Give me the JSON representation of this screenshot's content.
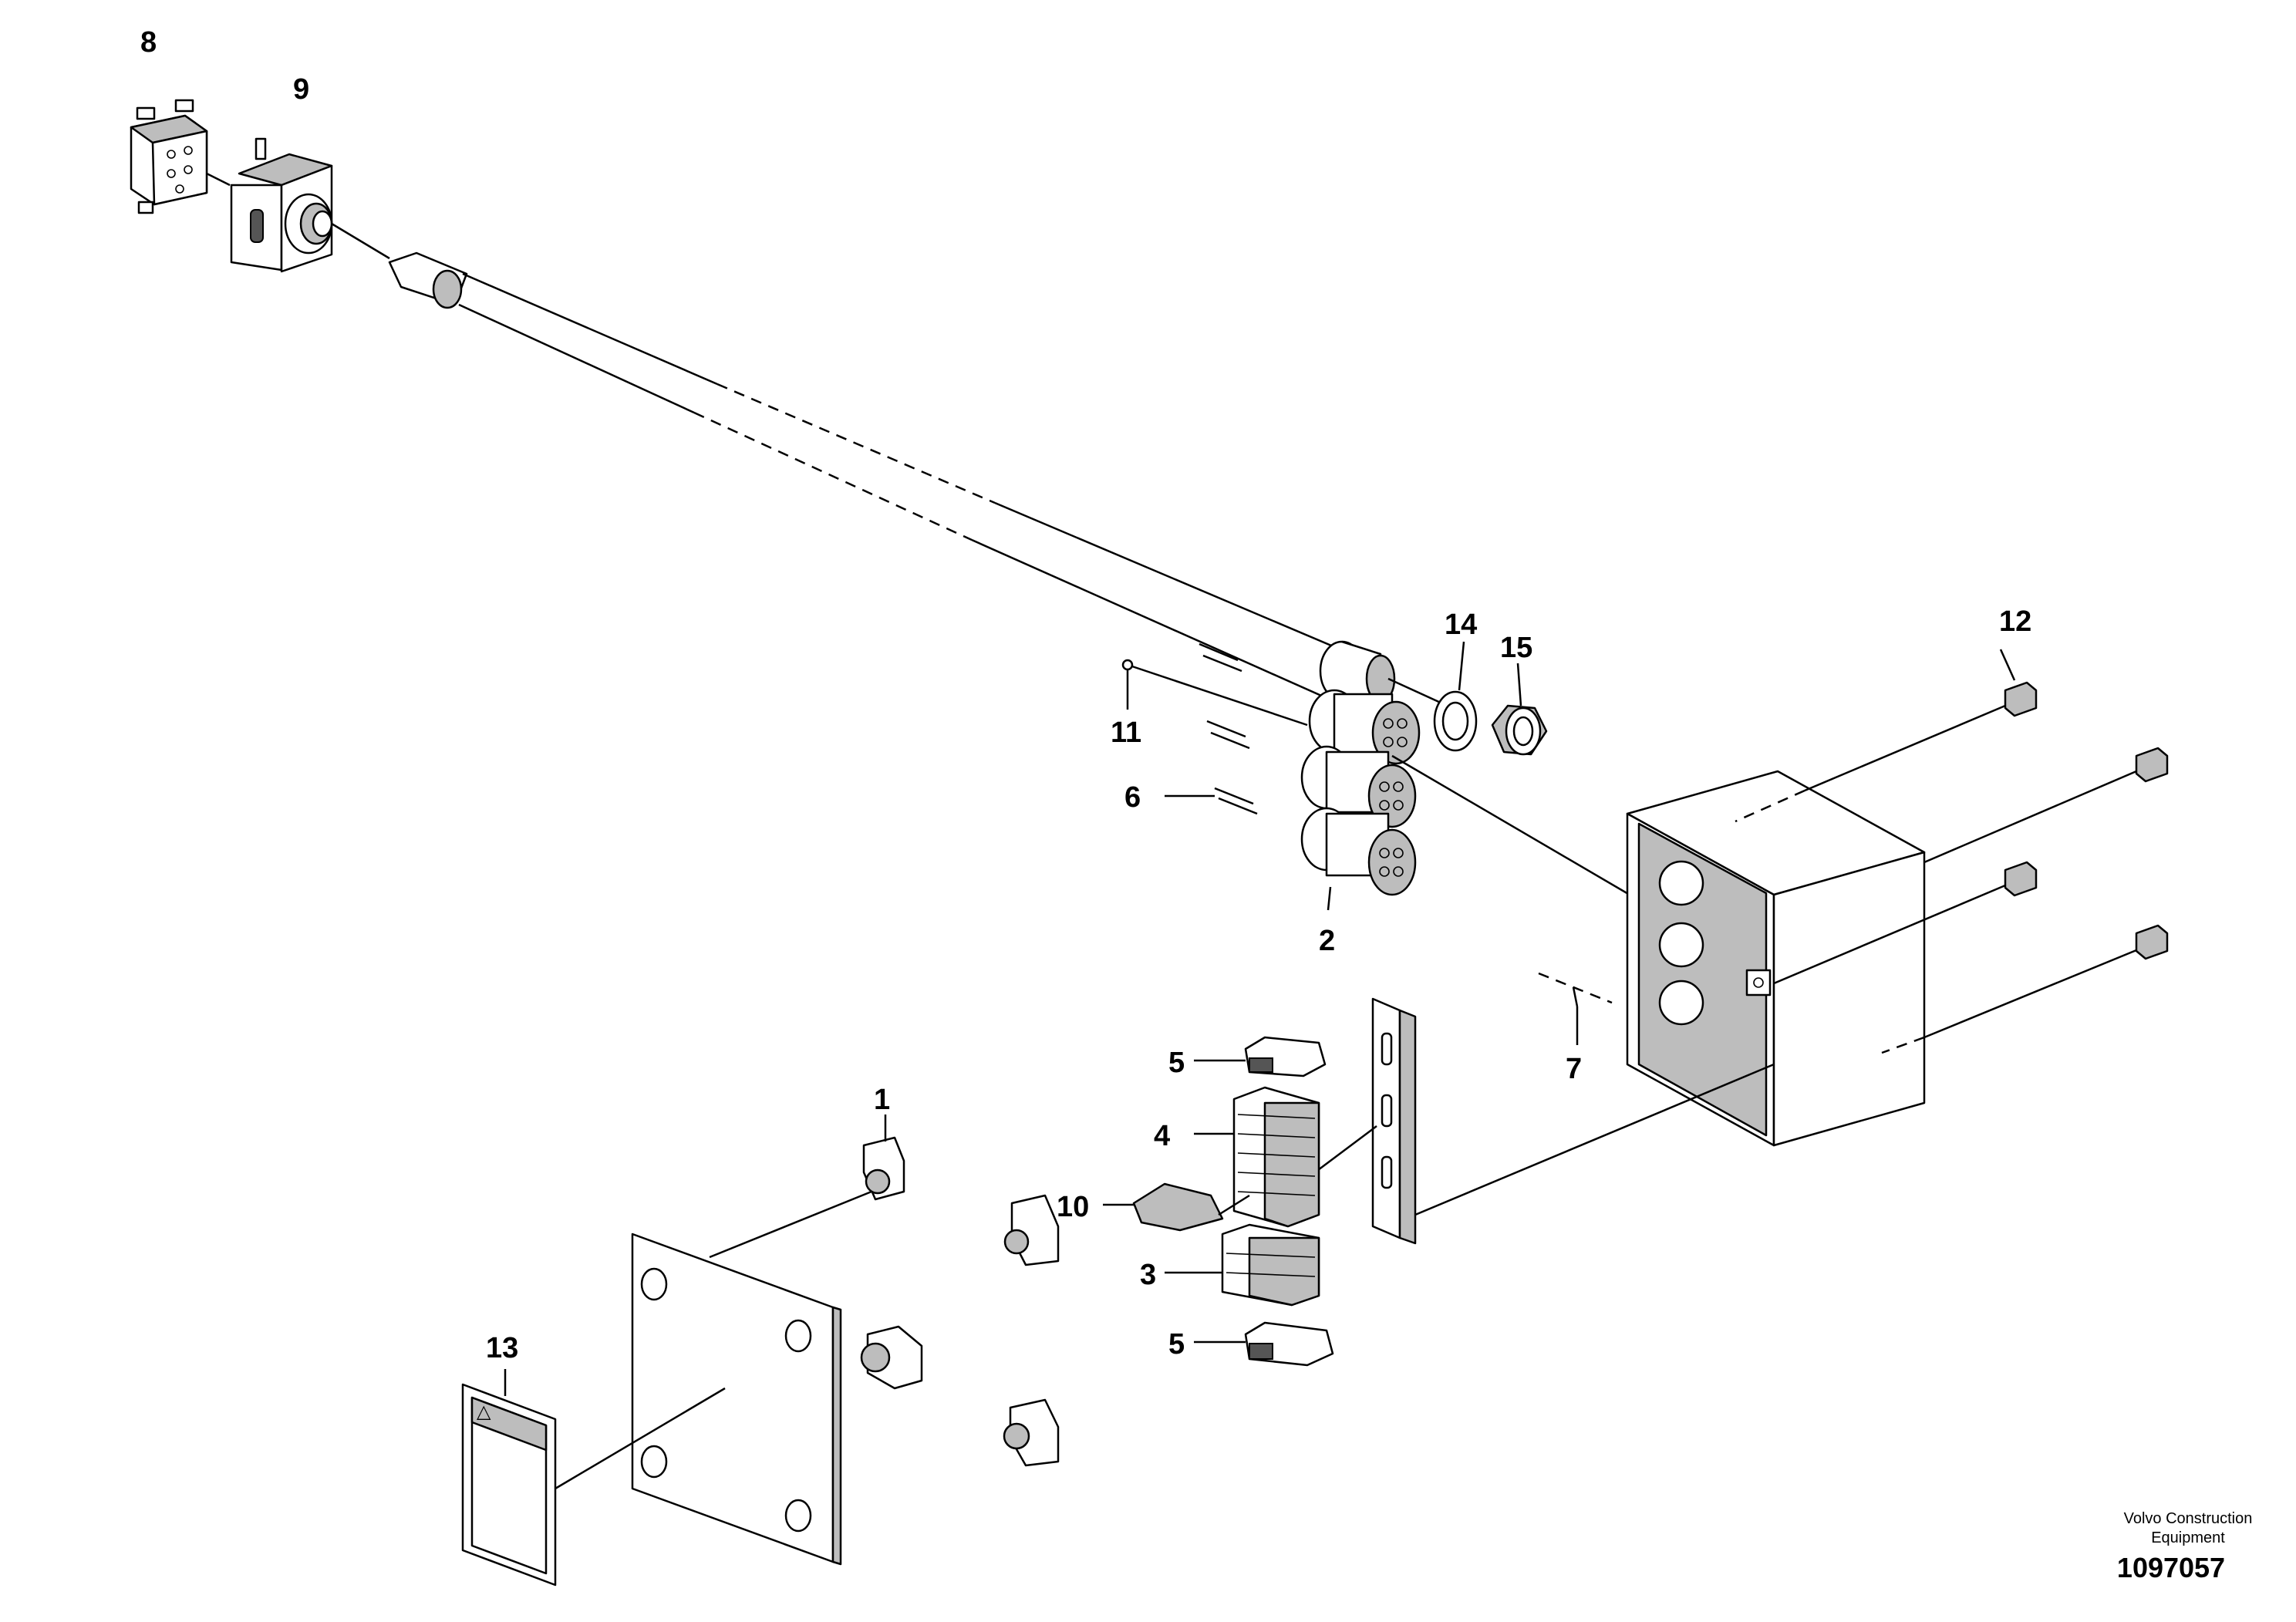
{
  "callouts": {
    "c1": "1",
    "c2": "2",
    "c3": "3",
    "c4": "4",
    "c5a": "5",
    "c5b": "5",
    "c6": "6",
    "c7": "7",
    "c8": "8",
    "c9": "9",
    "c10": "10",
    "c11": "11",
    "c12": "12",
    "c13": "13",
    "c14": "14",
    "c15": "15"
  },
  "label_sign_symbol": "△",
  "footer": {
    "brand_line1": "Volvo Construction",
    "brand_line2": "Equipment",
    "figure_number": "1097057"
  }
}
